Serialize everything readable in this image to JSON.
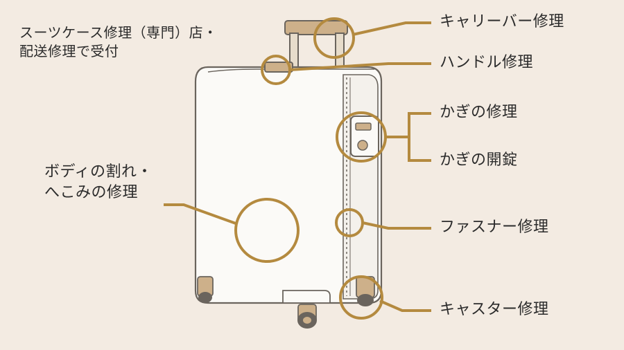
{
  "header_text": [
    "スーツケース修理（専門）店・",
    "配送修理で受付"
  ],
  "callouts": {
    "carry_bar": "キャリーバー修理",
    "handle": "ハンドル修理",
    "lock_repair": "かぎの修理",
    "lock_unlock": "かぎの開錠",
    "zipper": "ファスナー修理",
    "caster": "キャスター修理",
    "body": [
      "ボディの割れ・",
      "へこみの修理"
    ]
  },
  "colors": {
    "background": "#f3ebe2",
    "accent": "#b48a3f",
    "outline": "#6a645d",
    "suitcase_fill": "#fbfaf7",
    "handle_fill": "#cdb08a",
    "text": "#2b2b2b"
  }
}
